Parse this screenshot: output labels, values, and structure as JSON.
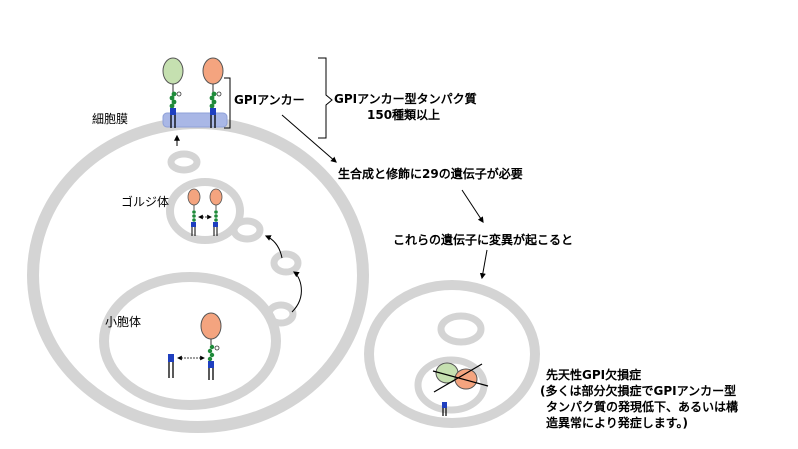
{
  "labels": {
    "plasma_membrane": "細胞膜",
    "golgi": "ゴルジ体",
    "er": "小胞体",
    "gpi_anchor": "GPIアンカー",
    "gpi_proteins_line1": "GPIアンカー型タンパク質",
    "gpi_proteins_line2": "150種類以上",
    "synthesis": "生合成と修飾に29の遺伝子が必要",
    "mutation": "これらの遺伝子に変異が起こると",
    "disease_title": "先天性GPI欠損症",
    "disease_note_line1": "(多くは部分欠損症でGPIアンカー型",
    "disease_note_line2": "タンパク質の発現低下、あるいは構",
    "disease_note_line3": "造異常により発症します。)"
  },
  "colors": {
    "cell_outline": "#d4d4d4",
    "membrane": "#a9b7e6",
    "protein_green": "#c5e0b0",
    "protein_orange": "#f4a47f",
    "anchor_green": "#1f8a3a",
    "anchor_blue": "#1f3fbf",
    "cross_line": "#000000"
  }
}
